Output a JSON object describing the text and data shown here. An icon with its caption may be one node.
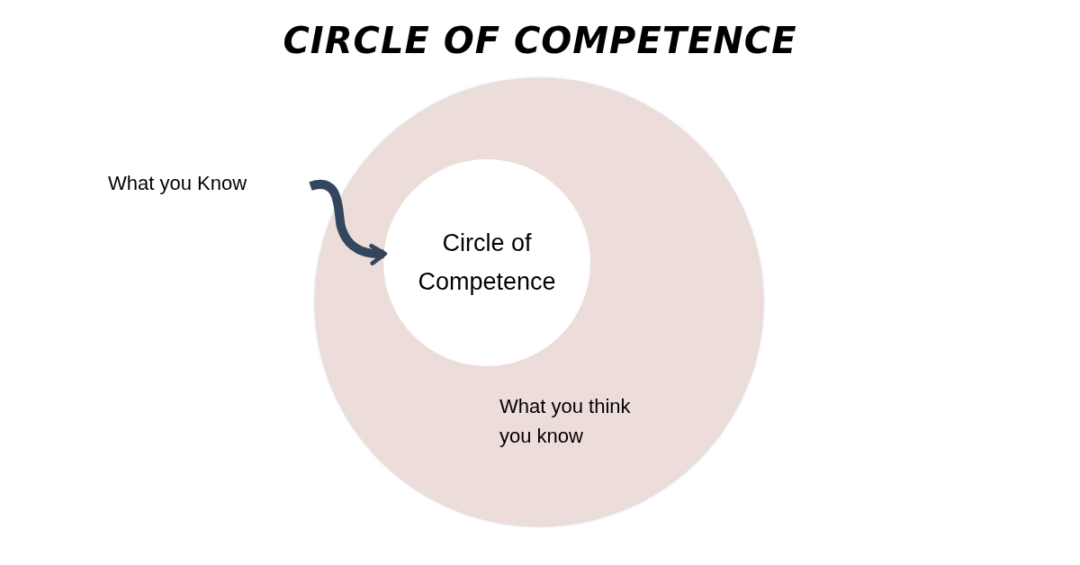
{
  "diagram": {
    "title": "CIRCLE OF COMPETENCE",
    "nodes": [
      {
        "text": [
          "What you think you know"
        ]
      },
      {
        "text": [
          "Circle of Competence"
        ],
        "in": 0
      },
      {
        "text": [
          "What you Know"
        ]
      }
    ],
    "edges": [
      {
        "from": 2,
        "to": 1,
        "arrow": "to",
        "color": "#34465e"
      }
    ]
  }
}
